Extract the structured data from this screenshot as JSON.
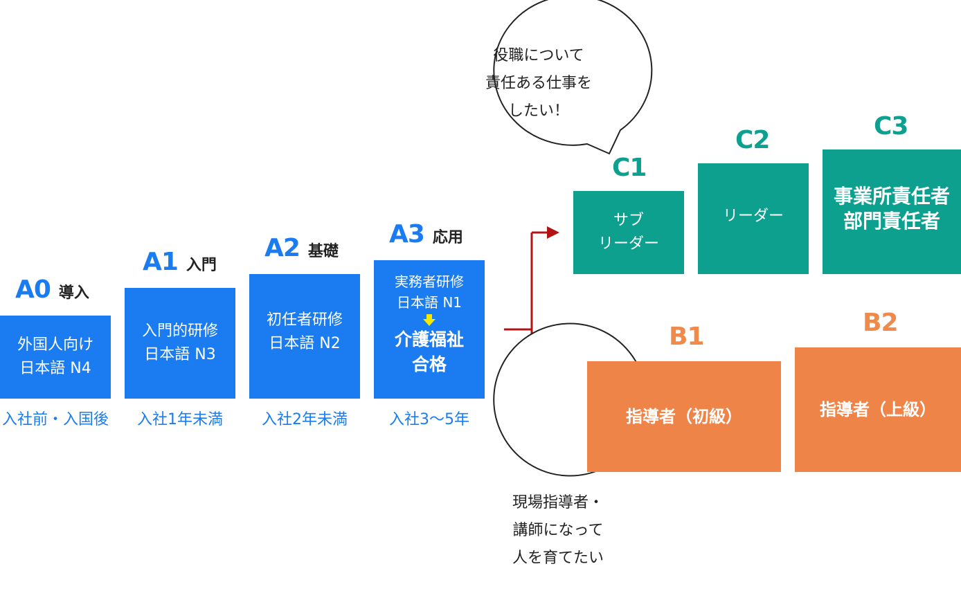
{
  "levels": {
    "a0": {
      "code": "A0",
      "sub": "導入",
      "lines": [
        "外国人向け",
        "日本語 N4"
      ],
      "caption": "入社前・入国後"
    },
    "a1": {
      "code": "A1",
      "sub": "入門",
      "lines": [
        "入門的研修",
        "日本語 N3"
      ],
      "caption": "入社1年未満"
    },
    "a2": {
      "code": "A2",
      "sub": "基礎",
      "lines": [
        "初任者研修",
        "日本語 N2"
      ],
      "caption": "入社2年未満"
    },
    "a3": {
      "code": "A3",
      "sub": "応用",
      "lines": [
        "実務者研修",
        "日本語 N1"
      ],
      "result": [
        "介護福祉",
        "合格"
      ],
      "caption": "入社3〜5年"
    },
    "c1": {
      "code": "C1",
      "lines": [
        "サブ",
        "リーダー"
      ]
    },
    "c2": {
      "code": "C2",
      "lines": [
        "リーダー"
      ]
    },
    "c3": {
      "code": "C3",
      "lines": [
        "事業所責任者",
        "部門責任者"
      ]
    },
    "b1": {
      "code": "B1",
      "lines": [
        "指導者（初級）"
      ]
    },
    "b2": {
      "code": "B2",
      "lines": [
        "指導者（上級）"
      ]
    }
  },
  "bubbles": {
    "top": [
      "役職について",
      "責任ある仕事を",
      "したい！"
    ],
    "bottom": [
      "現場指導者・",
      "講師になって",
      "人を育てたい"
    ]
  },
  "colors": {
    "blue": "#1a7cf0",
    "teal": "#0ea08f",
    "orange": "#ef8449",
    "connector": "#b01414",
    "arrow_yellow": "#f4e900"
  },
  "icons": {
    "a3_progress": "down-arrow-icon",
    "branch_arrows": "right-arrow-icon"
  }
}
